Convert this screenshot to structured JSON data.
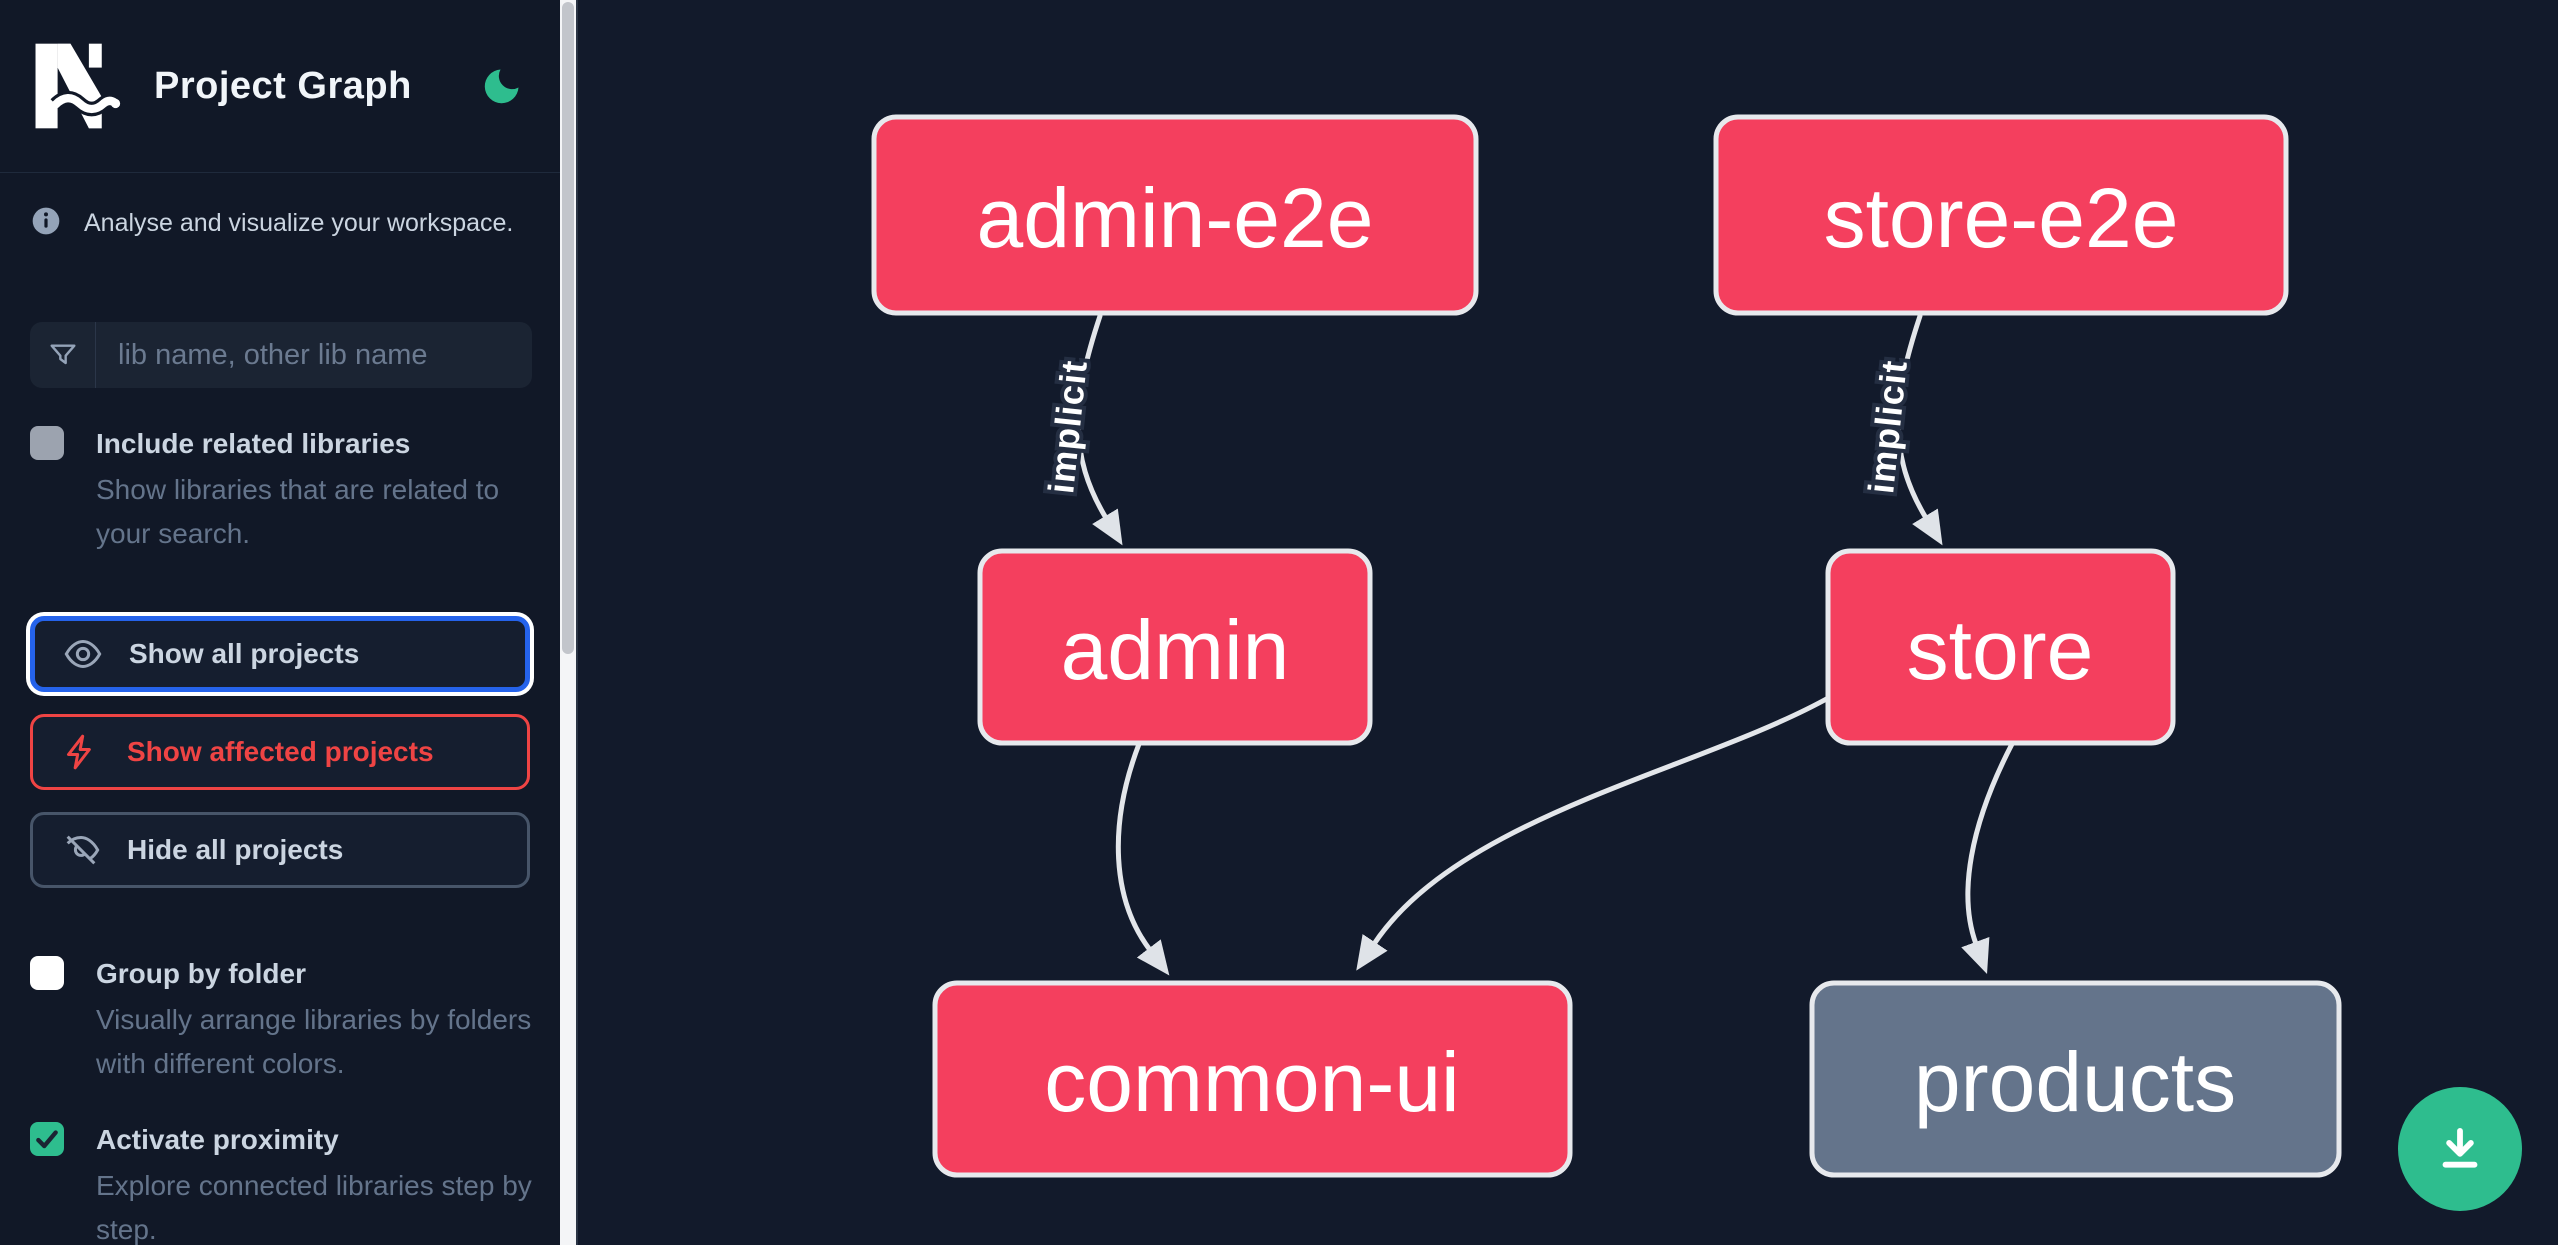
{
  "header": {
    "title": "Project Graph",
    "logo": "nx-logo",
    "theme_toggle_icon": "moon-icon"
  },
  "sidebar": {
    "tagline": "Analyse and visualize your workspace.",
    "search": {
      "placeholder": "lib name, other lib name",
      "value": "",
      "icon": "filter-funnel-icon"
    },
    "toggles": [
      {
        "label": "Include related libraries",
        "description": "Show libraries that are related to your search.",
        "checked": false,
        "enabled": false
      },
      {
        "label": "Group by folder",
        "description": "Visually arrange libraries by folders with different colors.",
        "checked": false,
        "enabled": true
      },
      {
        "label": "Activate proximity",
        "description": "Explore connected libraries step by step.",
        "checked": true,
        "enabled": true
      }
    ],
    "buttons": [
      {
        "label": "Show all projects",
        "icon": "eye-icon",
        "accent": "#2563eb",
        "state": "focused"
      },
      {
        "label": "Show affected projects",
        "icon": "bolt-icon",
        "accent": "#ef4444",
        "state": "normal"
      },
      {
        "label": "Hide all projects",
        "icon": "eye-off-icon",
        "accent": "#475569",
        "state": "normal"
      }
    ]
  },
  "graph": {
    "nodes": [
      {
        "label": "admin-e2e",
        "color": "#f43f5e"
      },
      {
        "label": "store-e2e",
        "color": "#f43f5e"
      },
      {
        "label": "admin",
        "color": "#f43f5e"
      },
      {
        "label": "store",
        "color": "#f43f5e"
      },
      {
        "label": "common-ui",
        "color": "#f43f5e"
      },
      {
        "label": "products",
        "color": "#64748b"
      }
    ],
    "edges": [
      {
        "from": "admin-e2e",
        "to": "admin",
        "label": "implicit"
      },
      {
        "from": "store-e2e",
        "to": "store",
        "label": "implicit"
      },
      {
        "from": "admin",
        "to": "common-ui",
        "label": ""
      },
      {
        "from": "store",
        "to": "common-ui",
        "label": ""
      },
      {
        "from": "store",
        "to": "products",
        "label": ""
      }
    ]
  },
  "fab": {
    "icon": "download-icon",
    "color": "#2ebd8e"
  },
  "colors": {
    "background": "#121a2b",
    "sidebar": "#111827",
    "node_pink": "#f43f5e",
    "node_gray": "#64748b",
    "edge": "#e3e6ea",
    "accent_blue": "#2563eb",
    "accent_red": "#ef4444",
    "accent_green": "#2ebd8e"
  }
}
